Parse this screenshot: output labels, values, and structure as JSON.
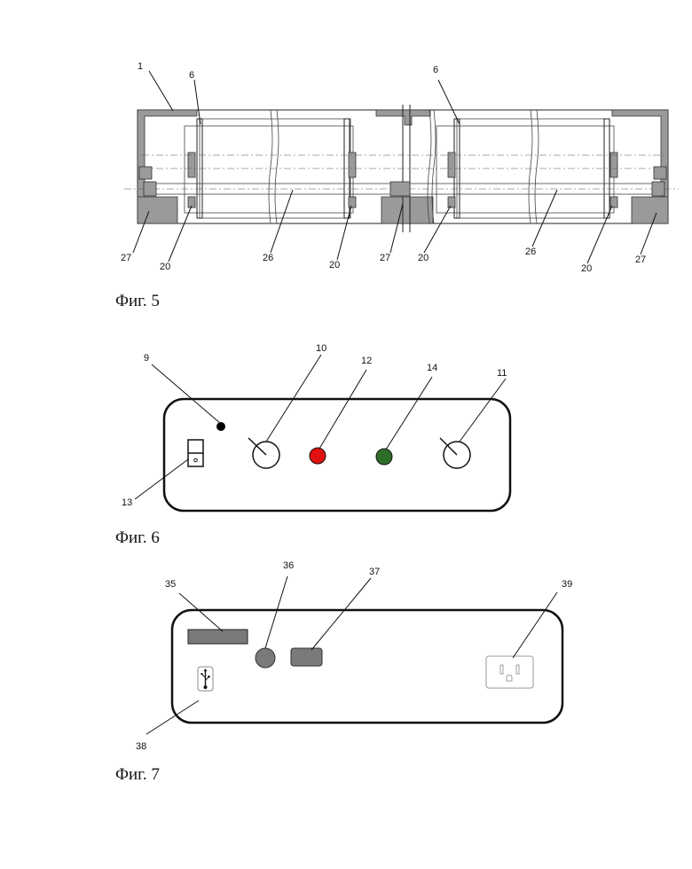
{
  "figures": [
    {
      "caption": "Фиг. 5",
      "labels": [
        "1",
        "6",
        "6",
        "27",
        "20",
        "26",
        "20",
        "27",
        "20",
        "26",
        "20",
        "27"
      ]
    },
    {
      "caption": "Фиг. 6",
      "labels": [
        "9",
        "10",
        "12",
        "14",
        "11",
        "13"
      ],
      "indicator_colors": {
        "red_led": "#e01010",
        "green_led": "#2f6e2a"
      }
    },
    {
      "caption": "Фиг. 7",
      "labels": [
        "35",
        "36",
        "37",
        "39",
        "38"
      ]
    }
  ]
}
